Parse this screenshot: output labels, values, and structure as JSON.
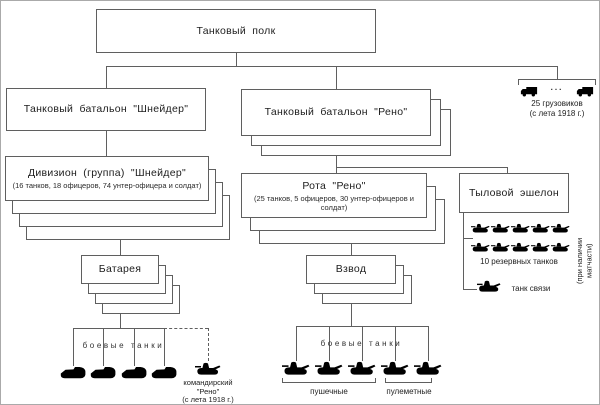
{
  "root_box": {
    "title": "Танковый полк"
  },
  "schneider_battalion": {
    "title": "Танковый батальон \"Шнейдер\""
  },
  "renault_battalion": {
    "title": "Танковый батальон \"Рено\""
  },
  "trucks": {
    "ellipsis": "...",
    "line1": "25 грузовиков",
    "line2": "(с лета 1918 г.)"
  },
  "schneider_division": {
    "title": "Дивизион (группа) \"Шнейдер\"",
    "subtitle": "(16 танков, 18 офицеров, 74 унтер-офицера и солдат)"
  },
  "renault_company": {
    "title": "Рота \"Рено\"",
    "subtitle": "(25 танков, 5 офицеров, 30 унтер-офицеров и солдат)"
  },
  "rear_echelon": {
    "title": "Тыловой эшелон",
    "reserve_label": "10 резервных танков",
    "signal_label": "танк связи",
    "note_line1": "(при наличии",
    "note_line2": "матчасти)"
  },
  "battery": {
    "title": "Батарея"
  },
  "platoon": {
    "title": "Взвод"
  },
  "battery_fan": {
    "combat_label": "боевые танки",
    "commander_line1": "командирский",
    "commander_line2": "\"Рено\"",
    "commander_line3": "(с лета 1918 г.)"
  },
  "platoon_fan": {
    "combat_label": "боевые танки",
    "cannon_label": "пушечные",
    "mg_label": "пулеметные"
  },
  "palette": {
    "line": "#5f5f5f",
    "text": "#1d1d1d",
    "icon": "#000000"
  }
}
